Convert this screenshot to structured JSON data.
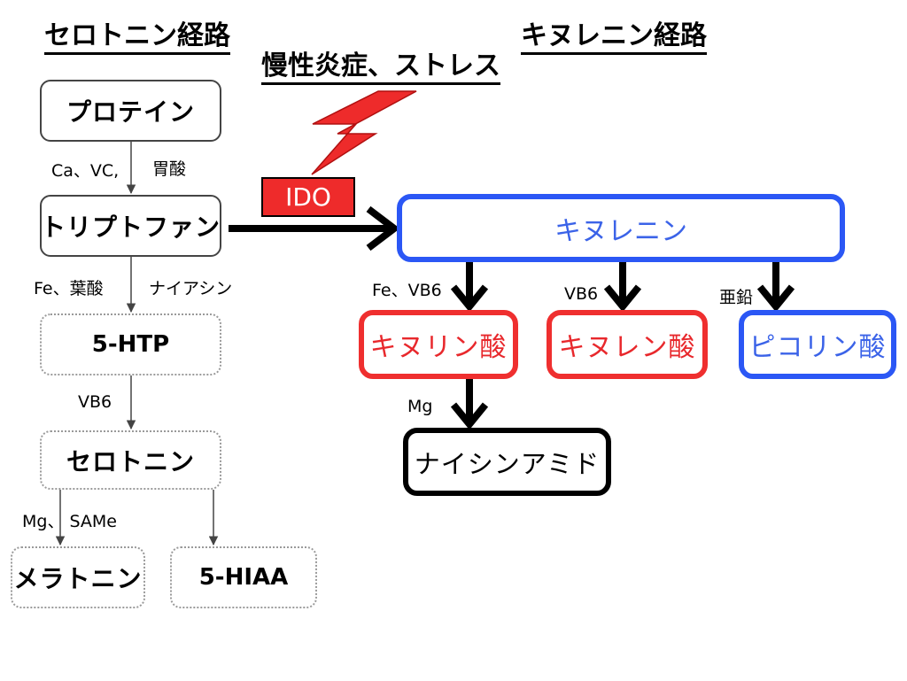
{
  "titles": {
    "serotonin_pathway": "セロトニン経路",
    "kynurenine_pathway": "キヌレニン経路",
    "trigger": "慢性炎症、ストレス"
  },
  "enzyme": "IDO",
  "nodes": {
    "protein": "プロテイン",
    "tryptophan": "トリプトファン",
    "htp": "5-HTP",
    "serotonin": "セロトニン",
    "melatonin": "メラトニン",
    "hiaa": "5-HIAA",
    "kynurenine": "キヌレニン",
    "kynurenic_acid": "キヌリン酸",
    "kynurenine_acid": "キヌレン酸",
    "picolinic_acid": "ピコリン酸",
    "niacinamide": "ナイシンアミド"
  },
  "cofactors": {
    "protein_to_trp_left": "Ca、VC,",
    "protein_to_trp_right": "胃酸",
    "trp_to_htp_left": "Fe、葉酸",
    "trp_to_htp_right": "ナイアシン",
    "htp_to_serotonin": "VB6",
    "serotonin_to_melatonin": "Mg、 SAMe",
    "kyn_to_kynurenic": "Fe、VB6",
    "kyn_to_kynurenine_acid": "VB6",
    "kyn_to_picolinic": "亜鉛",
    "kynurenic_to_niacinamide": "Mg"
  },
  "colors": {
    "blue": "#2b57f5",
    "red": "#ef2f2f",
    "lightning": "#ee2b2b"
  }
}
